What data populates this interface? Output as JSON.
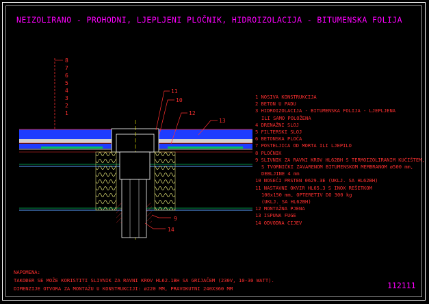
{
  "title": "NEIZOLIRANO - PROHODNI, LJEPLJENI PLOČNIK, HIDROIZOLACIJA - BITUMENSKA FOLIJA",
  "scale_numbers": [
    "8",
    "7",
    "6",
    "5",
    "4",
    "3",
    "2",
    "1"
  ],
  "callouts": {
    "c10": "10",
    "c11": "11",
    "c12": "12",
    "c13": "13",
    "c9": "9",
    "c14": "14"
  },
  "legend": [
    {
      "lines": [
        "1 NOSIVA KONSTRUKCIJA"
      ]
    },
    {
      "lines": [
        "2 BETON U PADU"
      ]
    },
    {
      "lines": [
        "3 HIDROIZOLACIJA - BITUMENSKA FOLIJA - LJEPLJENA",
        "ILI SAMO POLOŽENA"
      ]
    },
    {
      "lines": [
        "4 DRENAŽNI SLOJ"
      ]
    },
    {
      "lines": [
        "5 FILTERSKI SLOJ"
      ]
    },
    {
      "lines": [
        "6 BETONSKA PLOČA"
      ]
    },
    {
      "lines": [
        "7 POSTELJICA OD MORTA ILI LJEPILO"
      ]
    },
    {
      "lines": [
        "8 PLOČNIK"
      ]
    },
    {
      "lines": [
        "9 SLIVNIK ZA RAVNI KROV HL62BH S TERMOIZOLIRANIM KUĆIŠTEM,",
        "S TVORNIČKI ZAVARENOM BITUMENSKOM MEMBRANOM ø500 mm,",
        "DEBLJINE 4 mm"
      ]
    },
    {
      "lines": [
        "10 NOSEĆI PRSTEN 0629.3E (UKLJ. SA HL62BH)"
      ]
    },
    {
      "lines": [
        "11 NASTAVNI OKVIR HL65.3 S INOX REŠETKOM",
        "100x150 mm, OPTERETIV DO 300 kg",
        "(UKLJ. SA HL62BH)"
      ]
    },
    {
      "lines": [
        "12 MONTAŽNA PJENA"
      ]
    },
    {
      "lines": [
        "13 ISPUNA FUGE"
      ]
    },
    {
      "lines": [
        "14 ODVODNA CIJEV"
      ]
    }
  ],
  "notes": {
    "heading": "NAPOMENA:",
    "lines": [
      "TAKOĐER SE MOŽE KORISTITI SLIVNIK ZA RAVNI KROV HL62.1BH SA GRIJAČEM (230V, 10-30 WATT).",
      "DIMENZIJE OTVORA ZA MONTAŽU U KONSTRUKCIJI: ø220 MM, PRAVOKUTNI 240X360 MM"
    ]
  },
  "drawing_code": "112111",
  "colors": {
    "background": "#000000",
    "title": "#ff00ff",
    "text": "#ff3030",
    "layer_blue": "#1e3cff",
    "layer_green": "#00c060",
    "insulation": "#c8c86e",
    "frame": "#ffffff"
  }
}
